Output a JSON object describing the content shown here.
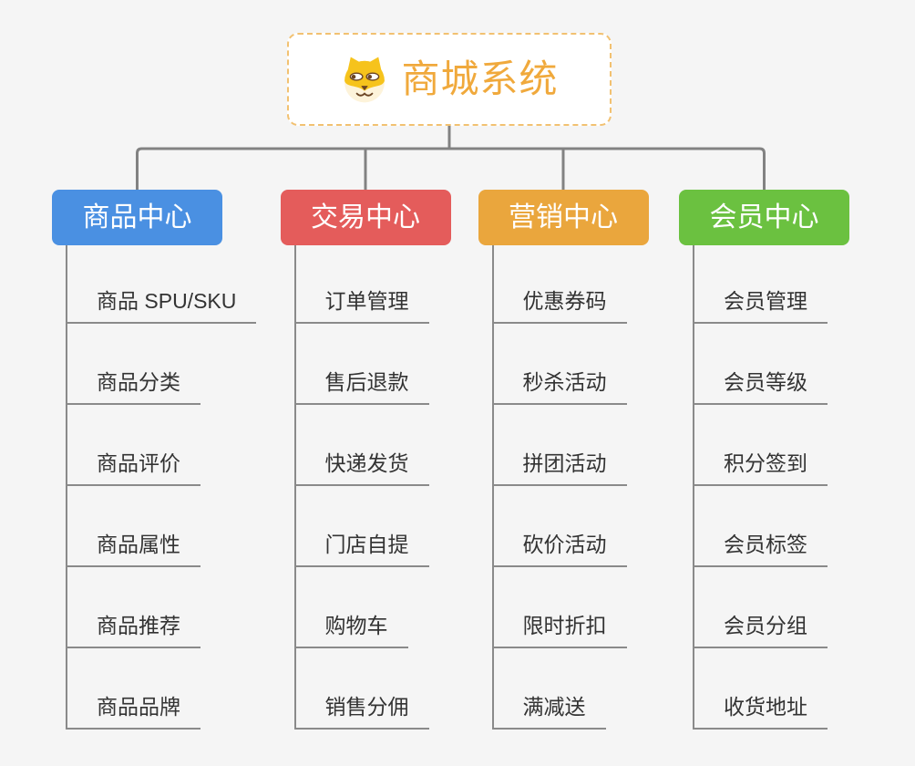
{
  "root": {
    "title": "商城系统",
    "icon": "shiba-dog-icon",
    "text_color": "#f0a93c",
    "border_color": "#f2c171"
  },
  "colors": {
    "background": "#f5f5f5",
    "connector": "#828282",
    "leaf_line": "#8a8a8a",
    "leaf_text": "#333333"
  },
  "branches": [
    {
      "label": "商品中心",
      "color": "#4a90e2",
      "children": [
        "商品 SPU/SKU",
        "商品分类",
        "商品评价",
        "商品属性",
        "商品推荐",
        "商品品牌"
      ]
    },
    {
      "label": "交易中心",
      "color": "#e45c5b",
      "children": [
        "订单管理",
        "售后退款",
        "快递发货",
        "门店自提",
        "购物车",
        "销售分佣"
      ]
    },
    {
      "label": "营销中心",
      "color": "#eaa63d",
      "children": [
        "优惠券码",
        "秒杀活动",
        "拼团活动",
        "砍价活动",
        "限时折扣",
        "满减送"
      ]
    },
    {
      "label": "会员中心",
      "color": "#6bc140",
      "children": [
        "会员管理",
        "会员等级",
        "积分签到",
        "会员标签",
        "会员分组",
        "收货地址"
      ]
    }
  ]
}
